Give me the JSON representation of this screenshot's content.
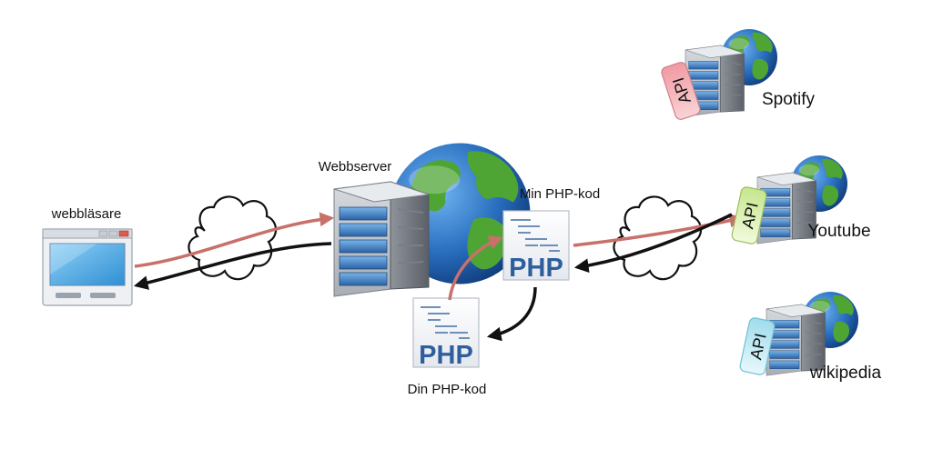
{
  "labels": {
    "browser": "webbläsare",
    "webserver": "Webbserver",
    "my_php": "Min PHP-kod",
    "your_php": "Din PHP-kod",
    "spotify": "Spotify",
    "youtube": "Youtube",
    "wikipedia": "wikipedia"
  },
  "php_logo_text": "PHP",
  "api_tag_text": "API",
  "colors": {
    "request_arrow": "#c8706a",
    "response_arrow": "#111111",
    "globe_ocean": "#2a6fc0",
    "globe_land": "#4ea534",
    "server_panel": "#2f6fb3",
    "api_red": "#f4b8bd",
    "api_green": "#d9efb0",
    "api_cyan": "#bfe8f2",
    "php_blue": "#2e5f9c"
  }
}
